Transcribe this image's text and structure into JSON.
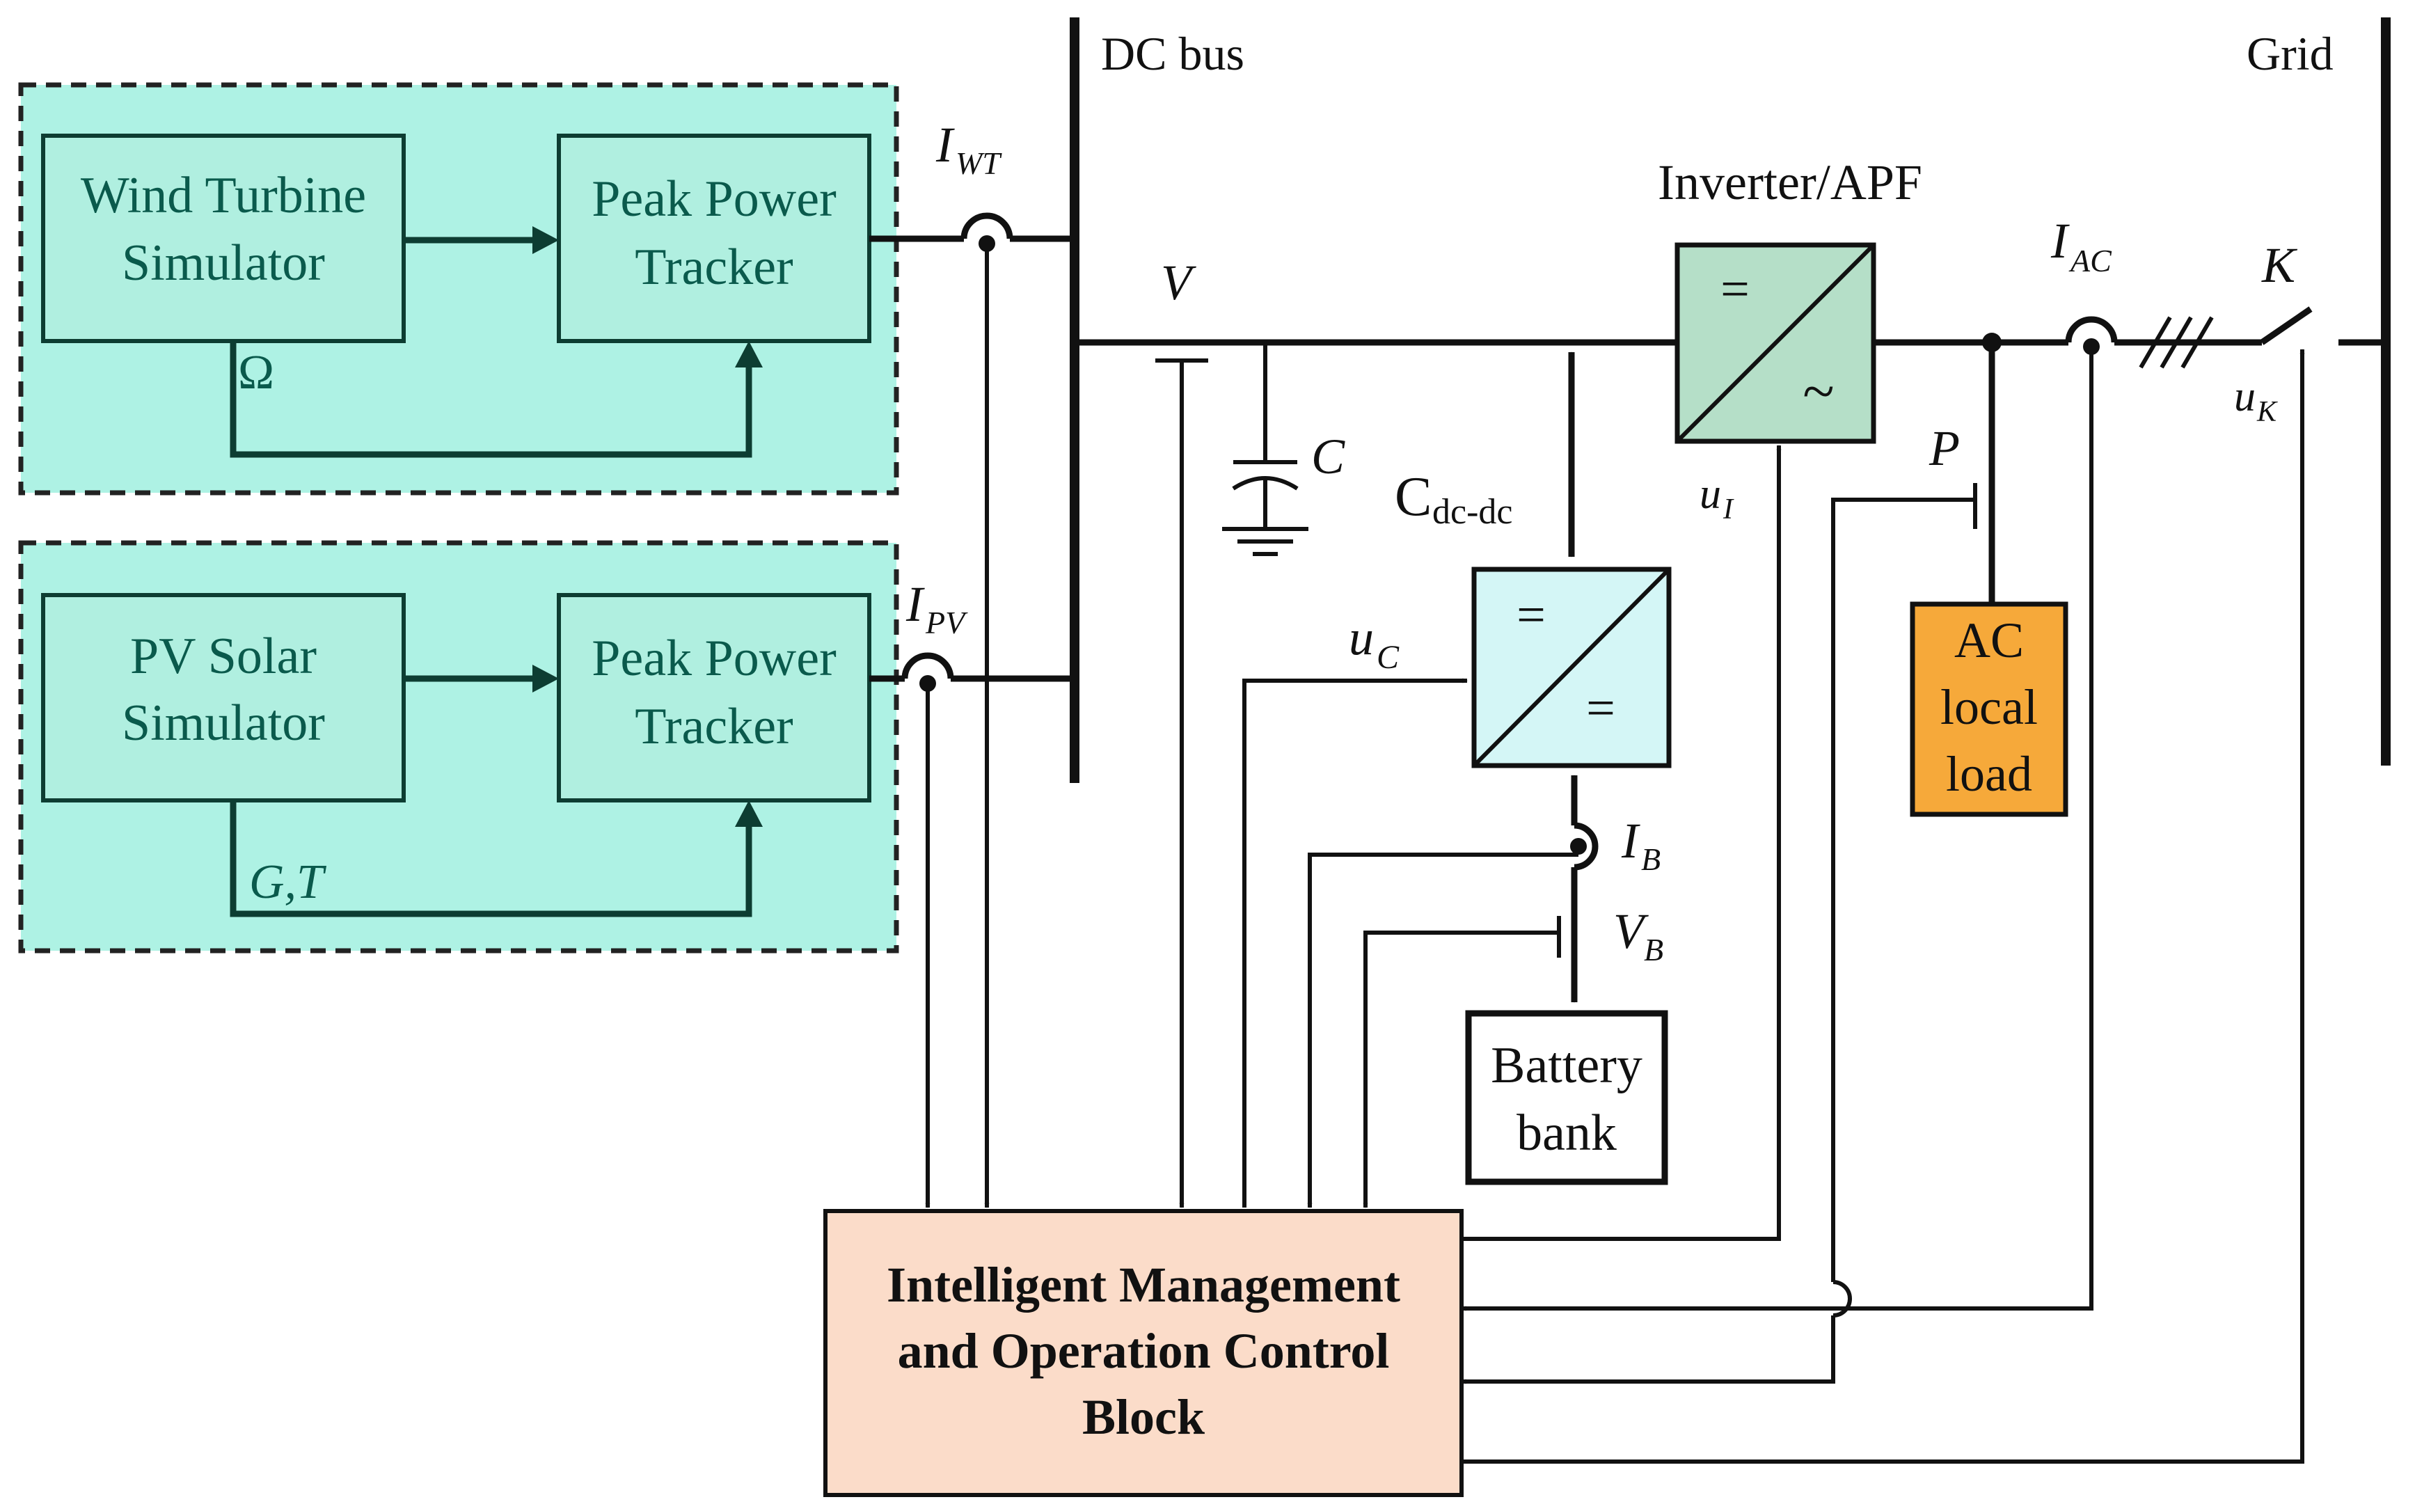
{
  "colors": {
    "green_text": "#0a5a4c",
    "green_region": "#aef2e4",
    "block_fill": "#b0efe0",
    "inverter_fill": "#b5dfc8",
    "converter_fill": "#d4f6f6",
    "ac_load_fill": "#f6a93a",
    "control_fill": "#fbdcc9",
    "line": "#111111",
    "green_arrow": "#0d3d32"
  },
  "blocks": {
    "wind_sim": [
      "Wind Turbine",
      "Simulator"
    ],
    "ppt_wind": [
      "Peak Power",
      "Tracker"
    ],
    "pv_sim": [
      "PV Solar",
      "Simulator"
    ],
    "ppt_pv": [
      "Peak Power",
      "Tracker"
    ],
    "inverter_title": "Inverter/APF",
    "inverter_dc_symbol": "=",
    "inverter_ac_symbol": "~",
    "converter_top_symbol": "=",
    "converter_bottom_symbol": "=",
    "battery": [
      "Battery",
      "bank"
    ],
    "ac_load": [
      "AC",
      "local",
      "load"
    ],
    "control": [
      "Intelligent Management",
      "and Operation Control",
      "Block"
    ]
  },
  "labels": {
    "dc_bus": "DC bus",
    "grid": "Grid",
    "omega": "Ω",
    "gt": "G,T",
    "v": "V",
    "c": "C",
    "cdcdc_main": "C",
    "cdcdc_sub": "dc-dc",
    "p": "P",
    "k": "K"
  },
  "signals": {
    "iwt": {
      "main": "I",
      "sub": "WT"
    },
    "ipv": {
      "main": "I",
      "sub": "PV"
    },
    "iac": {
      "main": "I",
      "sub": "AC"
    },
    "ib": {
      "main": "I",
      "sub": "B"
    },
    "vb": {
      "main": "V",
      "sub": "B"
    },
    "ui": {
      "main": "u",
      "sub": "I"
    },
    "uc": {
      "main": "u",
      "sub": "C"
    },
    "uk": {
      "main": "u",
      "sub": "K"
    }
  }
}
